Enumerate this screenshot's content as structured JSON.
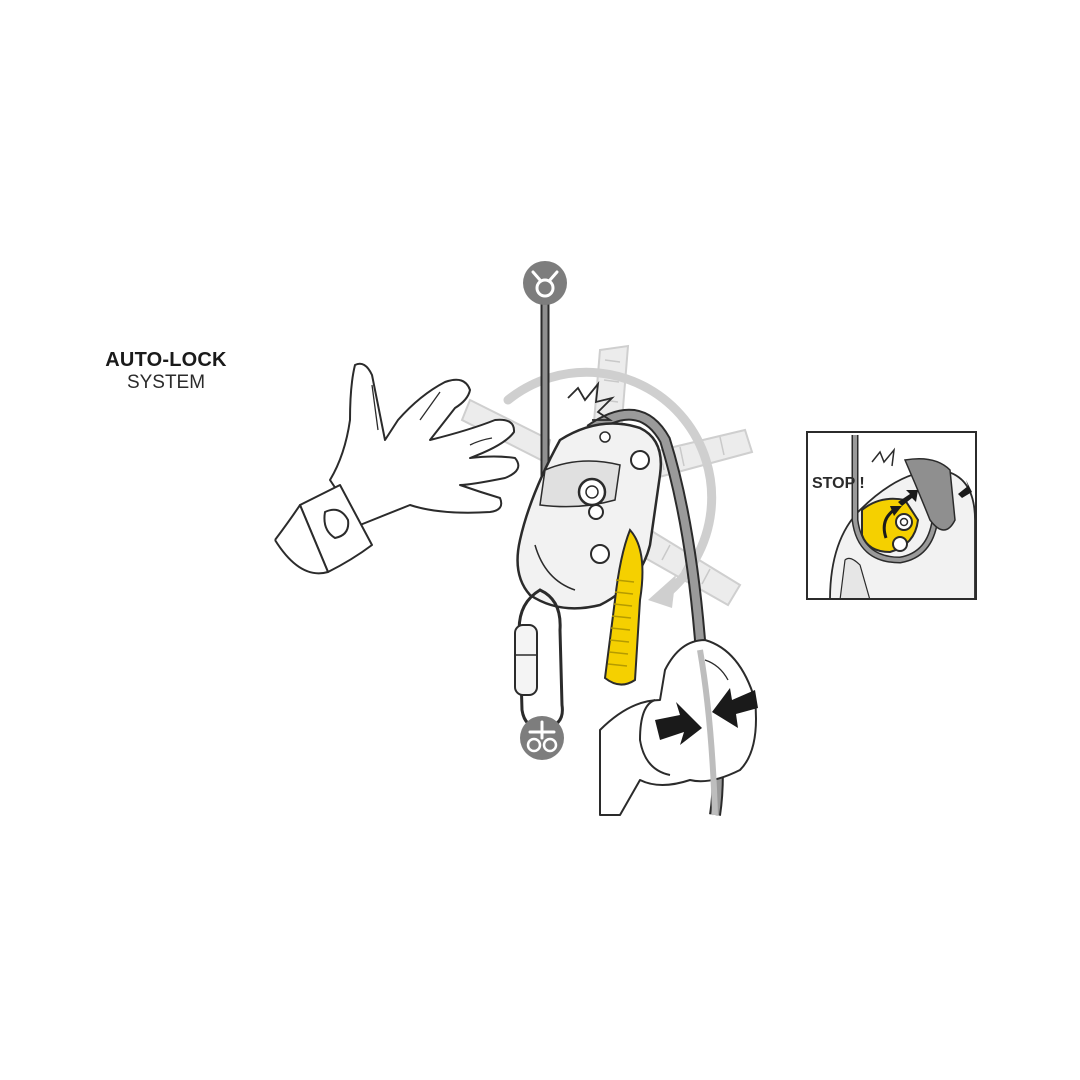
{
  "title": {
    "main": "AUTO-LOCK",
    "sub": "SYSTEM"
  },
  "inset": {
    "stop_label": "STOP !"
  },
  "colors": {
    "accent_yellow": "#f5d000",
    "line": "#2b2b2b",
    "gray": "#8a8a8a",
    "light_gray": "#d6d6d6",
    "ghost": "#e4e4e4"
  },
  "icons": {
    "anchor": "anchor-icon",
    "harness": "harness-icon"
  }
}
